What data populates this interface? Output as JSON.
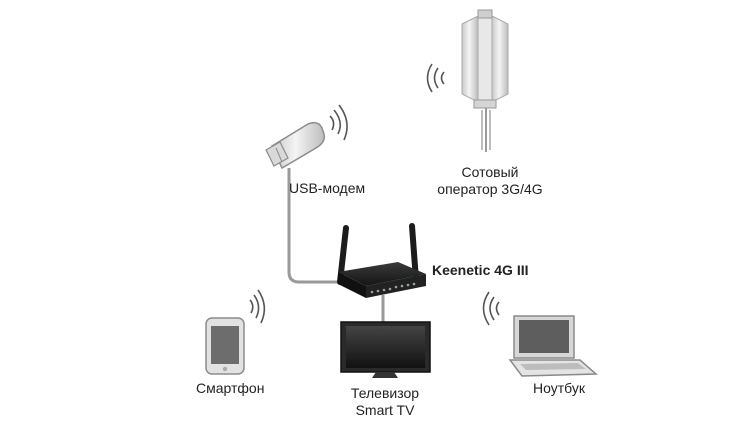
{
  "diagram": {
    "router": {
      "label": "Keenetic 4G III"
    },
    "usb_modem": {
      "label": "USB-модем"
    },
    "cell_tower": {
      "line1": "Сотовый",
      "line2": "оператор 3G/4G"
    },
    "smartphone": {
      "label": "Смартфон"
    },
    "tv": {
      "line1": "Телевизор",
      "line2": "Smart TV"
    },
    "laptop": {
      "label": "Ноутбук"
    }
  }
}
